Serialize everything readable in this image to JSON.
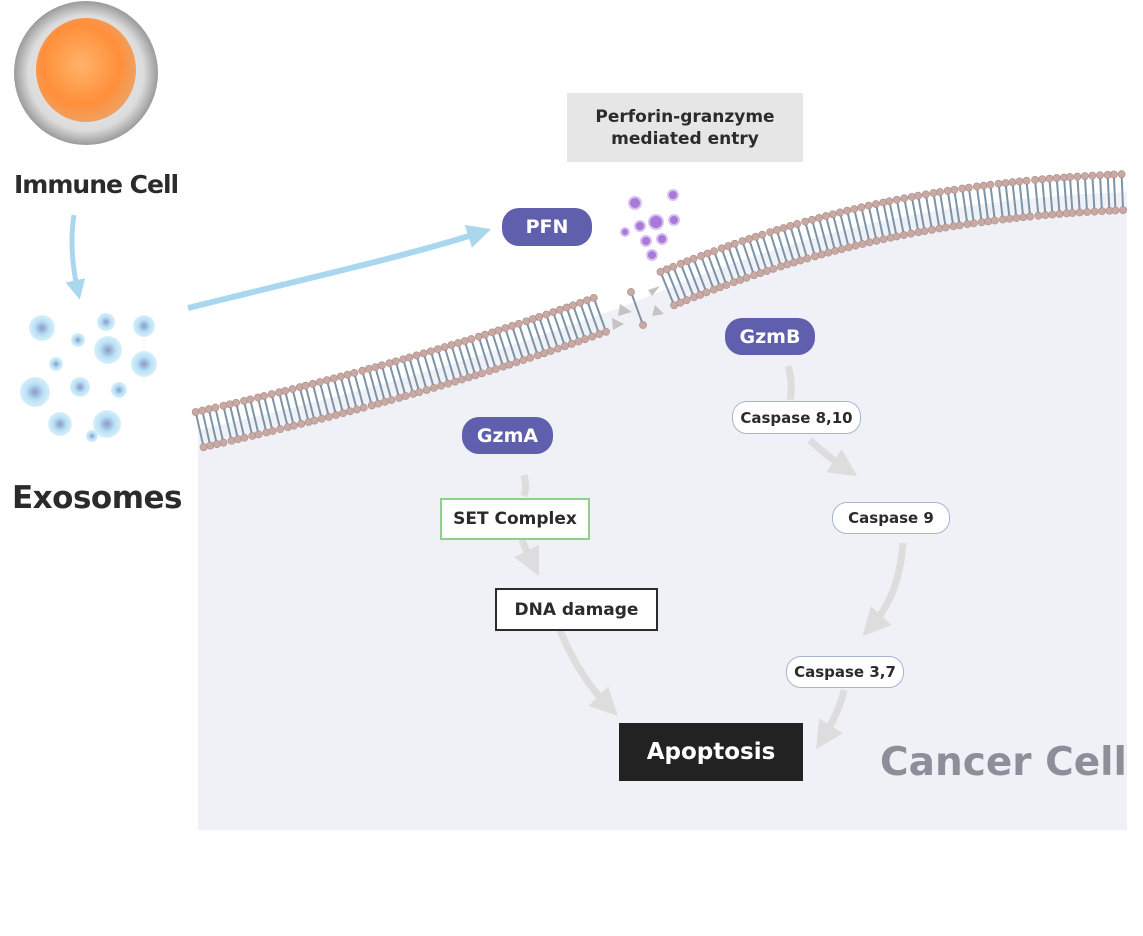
{
  "immune_cell_label": "Immune Cell",
  "exosomes_label": "Exosomes",
  "entry_box": {
    "line1": "Perforin-granzyme",
    "line2": "mediated entry"
  },
  "pfn_label": "PFN",
  "gzmb_label": "GzmB",
  "gzma_label": "GzmA",
  "caspase_8_10": "Caspase 8,10",
  "caspase_9": "Caspase 9",
  "caspase_3_7": "Caspase 3,7",
  "set_complex": "SET Complex",
  "dna_damage": "DNA damage",
  "apoptosis": "Apoptosis",
  "cancer_cell_label": "Cancer Cell",
  "colors": {
    "pill": "#5f5fae",
    "arrow_blue": "#a9d8ee",
    "arrow_gray": "#dddddd",
    "cell_bg": "#f0f1f6",
    "apoptosis_bg": "#222222",
    "set_border": "#8fcf8c",
    "granule": "#a87ad8"
  }
}
